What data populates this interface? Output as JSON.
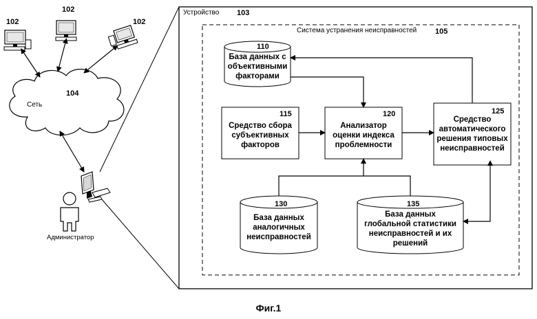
{
  "clients": [
    {
      "ref": "102"
    },
    {
      "ref": "102"
    },
    {
      "ref": "102"
    }
  ],
  "network": {
    "label": "Сеть",
    "ref": "104"
  },
  "admin": {
    "label": "Администратор"
  },
  "device": {
    "label": "Устройство",
    "ref": "103"
  },
  "system": {
    "label": "Система устранения неисправностей",
    "ref": "105"
  },
  "blocks": {
    "objective_db": {
      "ref": "110",
      "label": "База данных с объективными факторами"
    },
    "subjective_collector": {
      "ref": "115",
      "label": "Средство сбора субъективных факторов"
    },
    "analyzer": {
      "ref": "120",
      "label": "Анализатор оценки индекса проблемности"
    },
    "auto_resolver": {
      "ref": "125",
      "label": "Средство автоматического решения типовых неисправностей"
    },
    "similar_faults_db": {
      "ref": "130",
      "label": "База данных аналогичных неисправностей"
    },
    "global_stats_db": {
      "ref": "135",
      "label": "База данных глобальной статистики неисправностей и их решений"
    }
  },
  "caption": "Фиг.1"
}
